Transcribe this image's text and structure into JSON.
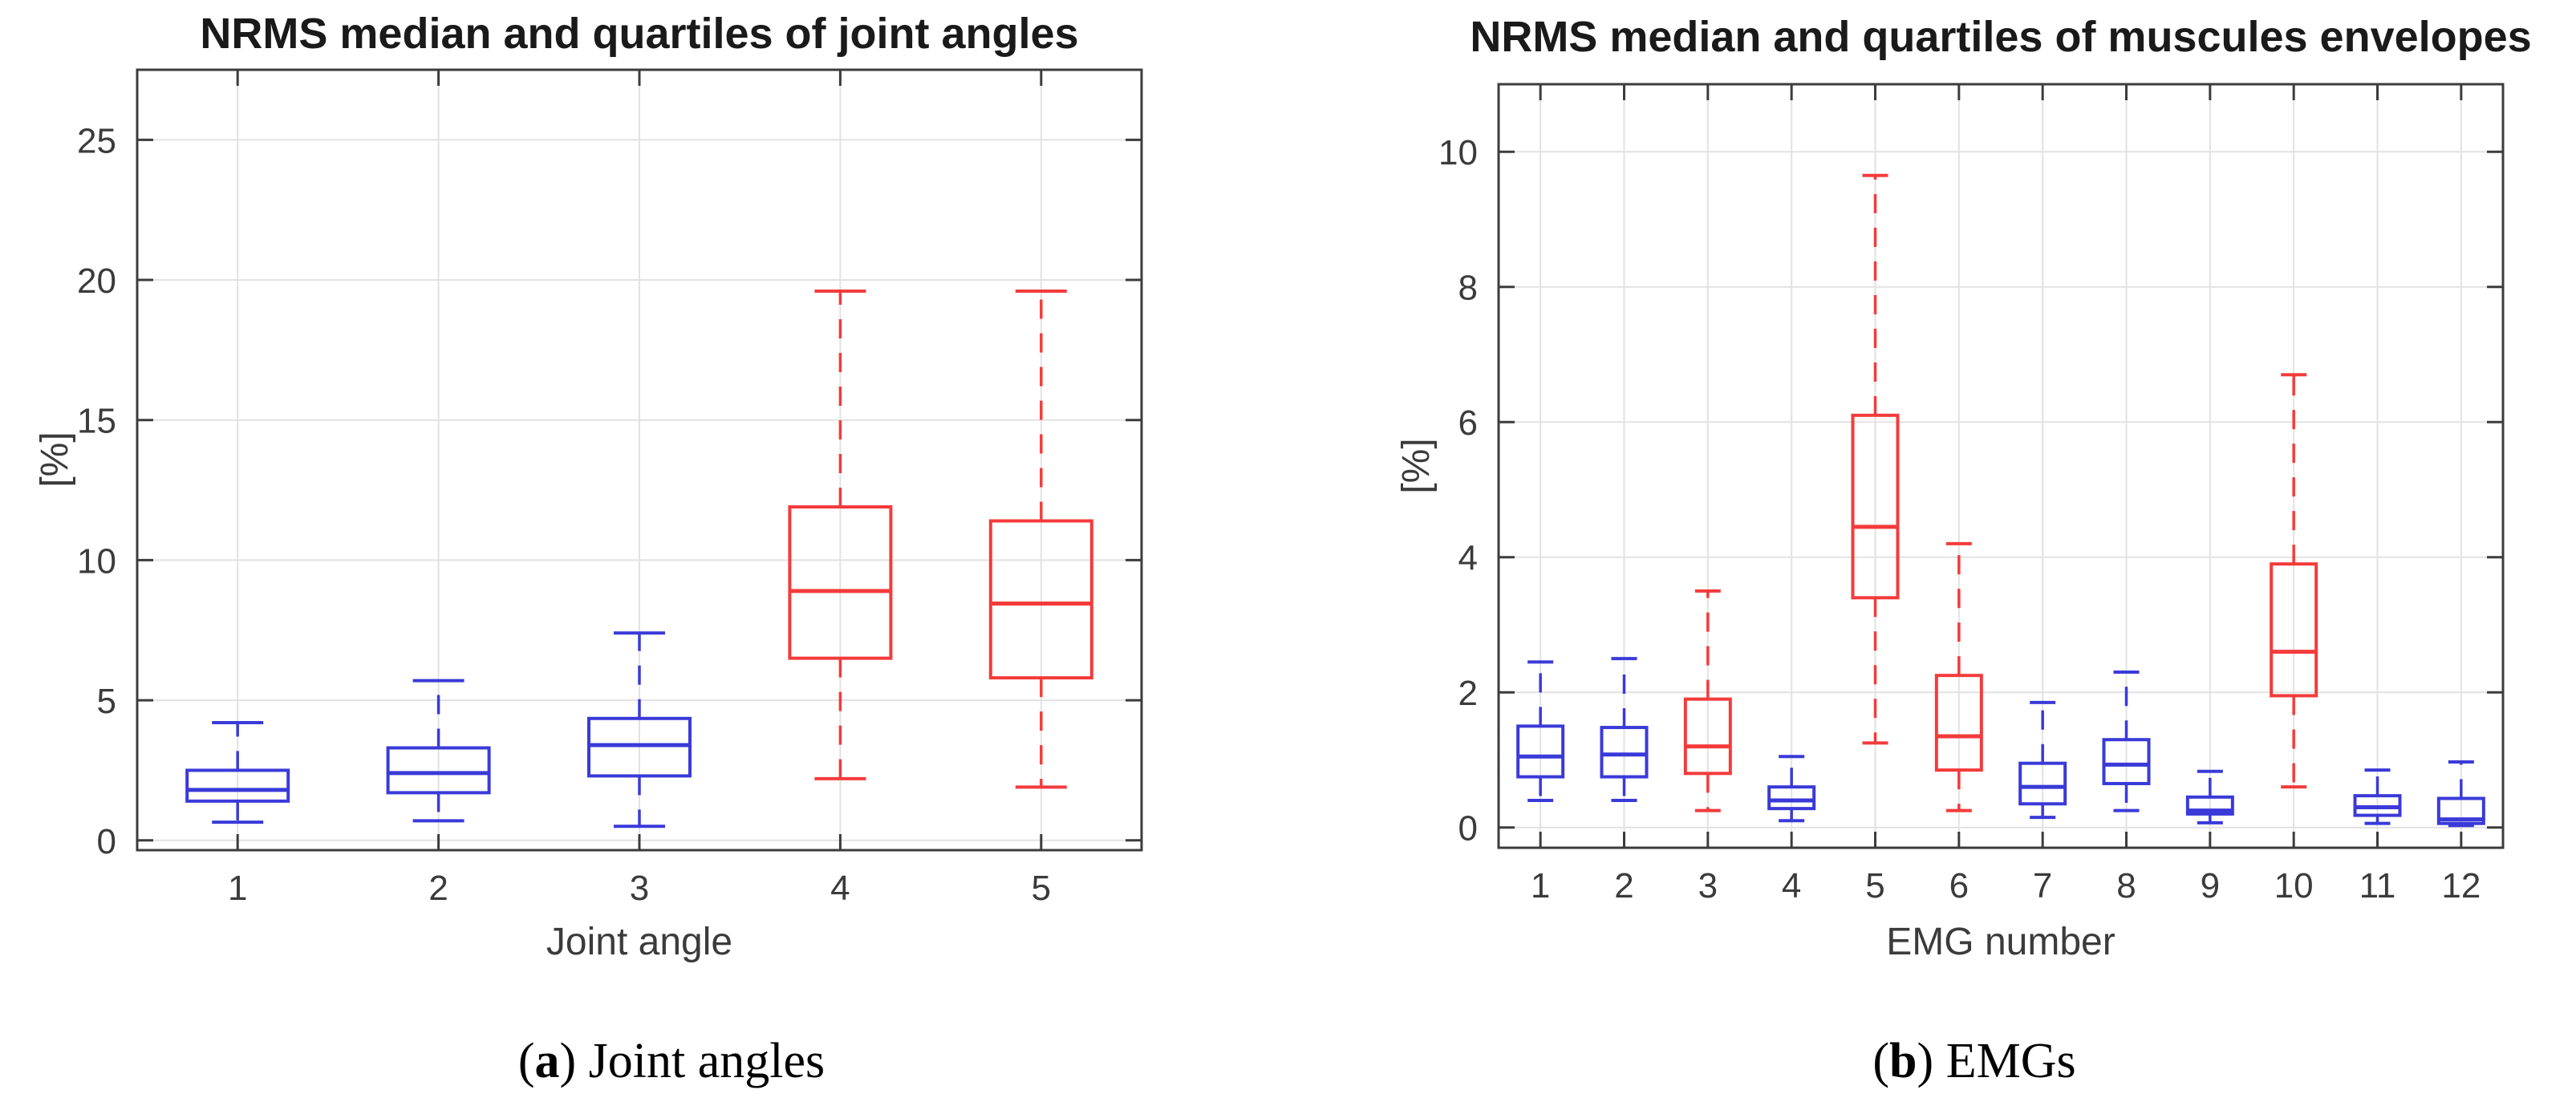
{
  "colors": {
    "blue_box": "#3a3ad9",
    "red_box": "#f43b3b",
    "axis": "#3c3c3c",
    "grid": "#e2e2e2",
    "tick_text": "#3b3b3b",
    "background": "#ffffff"
  },
  "captions": [
    {
      "prefix": "(",
      "letter": "a",
      "suffix": ") ",
      "text": "Joint angles"
    },
    {
      "prefix": "(",
      "letter": "b",
      "suffix": ") ",
      "text": "EMGs"
    }
  ],
  "chart_data": [
    {
      "type": "box",
      "title": "NRMS median and quartiles of joint angles",
      "xlabel": "Joint angle",
      "ylabel": "[%]",
      "categories": [
        "1",
        "2",
        "3",
        "4",
        "5"
      ],
      "yticks": [
        0,
        5,
        10,
        15,
        20,
        25
      ],
      "ylim": [
        -0.35,
        27.5
      ],
      "xlim": [
        0.5,
        5.5
      ],
      "grid": true,
      "boxes": [
        {
          "x": 1,
          "color": "blue",
          "whisker_low": 0.65,
          "q1": 1.4,
          "median": 1.8,
          "q3": 2.5,
          "whisker_high": 4.2
        },
        {
          "x": 2,
          "color": "blue",
          "whisker_low": 0.7,
          "q1": 1.7,
          "median": 2.4,
          "q3": 3.3,
          "whisker_high": 5.7
        },
        {
          "x": 3,
          "color": "blue",
          "whisker_low": 0.5,
          "q1": 2.3,
          "median": 3.4,
          "q3": 4.35,
          "whisker_high": 7.4
        },
        {
          "x": 4,
          "color": "red",
          "whisker_low": 2.2,
          "q1": 6.5,
          "median": 8.9,
          "q3": 11.9,
          "whisker_high": 19.6
        },
        {
          "x": 5,
          "color": "red",
          "whisker_low": 1.9,
          "q1": 5.8,
          "median": 8.45,
          "q3": 11.4,
          "whisker_high": 19.6
        }
      ]
    },
    {
      "type": "box",
      "title": "NRMS median and quartiles of muscules envelopes",
      "xlabel": "EMG number",
      "ylabel": "[%]",
      "categories": [
        "1",
        "2",
        "3",
        "4",
        "5",
        "6",
        "7",
        "8",
        "9",
        "10",
        "11",
        "12"
      ],
      "yticks": [
        0,
        2,
        4,
        6,
        8,
        10
      ],
      "ylim": [
        -0.3,
        11.0
      ],
      "xlim": [
        0.5,
        12.5
      ],
      "grid": true,
      "boxes": [
        {
          "x": 1,
          "color": "blue",
          "whisker_low": 0.4,
          "q1": 0.75,
          "median": 1.05,
          "q3": 1.5,
          "whisker_high": 2.45
        },
        {
          "x": 2,
          "color": "blue",
          "whisker_low": 0.4,
          "q1": 0.75,
          "median": 1.08,
          "q3": 1.48,
          "whisker_high": 2.5
        },
        {
          "x": 3,
          "color": "red",
          "whisker_low": 0.25,
          "q1": 0.8,
          "median": 1.2,
          "q3": 1.9,
          "whisker_high": 3.5
        },
        {
          "x": 4,
          "color": "blue",
          "whisker_low": 0.1,
          "q1": 0.28,
          "median": 0.4,
          "q3": 0.6,
          "whisker_high": 1.05
        },
        {
          "x": 5,
          "color": "red",
          "whisker_low": 1.25,
          "q1": 3.4,
          "median": 4.45,
          "q3": 6.1,
          "whisker_high": 9.65
        },
        {
          "x": 6,
          "color": "red",
          "whisker_low": 0.25,
          "q1": 0.85,
          "median": 1.35,
          "q3": 2.25,
          "whisker_high": 4.2
        },
        {
          "x": 7,
          "color": "blue",
          "whisker_low": 0.15,
          "q1": 0.35,
          "median": 0.6,
          "q3": 0.95,
          "whisker_high": 1.85
        },
        {
          "x": 8,
          "color": "blue",
          "whisker_low": 0.25,
          "q1": 0.65,
          "median": 0.93,
          "q3": 1.3,
          "whisker_high": 2.3
        },
        {
          "x": 9,
          "color": "blue",
          "whisker_low": 0.07,
          "q1": 0.2,
          "median": 0.25,
          "q3": 0.45,
          "whisker_high": 0.83
        },
        {
          "x": 10,
          "color": "red",
          "whisker_low": 0.6,
          "q1": 1.95,
          "median": 2.6,
          "q3": 3.9,
          "whisker_high": 6.7
        },
        {
          "x": 11,
          "color": "blue",
          "whisker_low": 0.06,
          "q1": 0.18,
          "median": 0.3,
          "q3": 0.47,
          "whisker_high": 0.85
        },
        {
          "x": 12,
          "color": "blue",
          "whisker_low": 0.03,
          "q1": 0.06,
          "median": 0.12,
          "q3": 0.43,
          "whisker_high": 0.97
        }
      ]
    }
  ]
}
